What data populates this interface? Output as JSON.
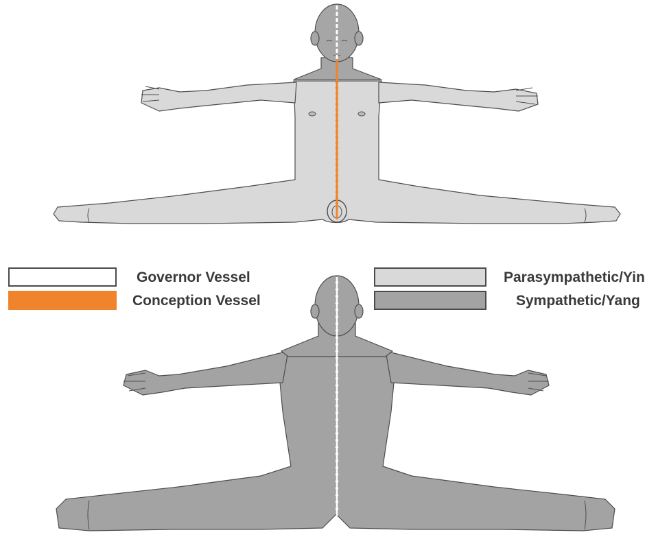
{
  "legend": {
    "governor": {
      "label": "Governor Vessel",
      "color": "#ffffff"
    },
    "conception": {
      "label": "Conception Vessel",
      "color": "#f0842c"
    },
    "parasympathetic": {
      "label": "Parasympathetic/Yin",
      "color": "#d9d9d9"
    },
    "sympathetic": {
      "label": "Sympathetic/Yang",
      "color": "#a3a3a3"
    }
  },
  "colors": {
    "outline": "#4d4d4d",
    "front_skin": "#d9d9d9",
    "front_shade": "#a6a6a6",
    "back_skin": "#a3a3a3",
    "governor_line": "#ffffff",
    "conception_line": "#f0842c"
  }
}
